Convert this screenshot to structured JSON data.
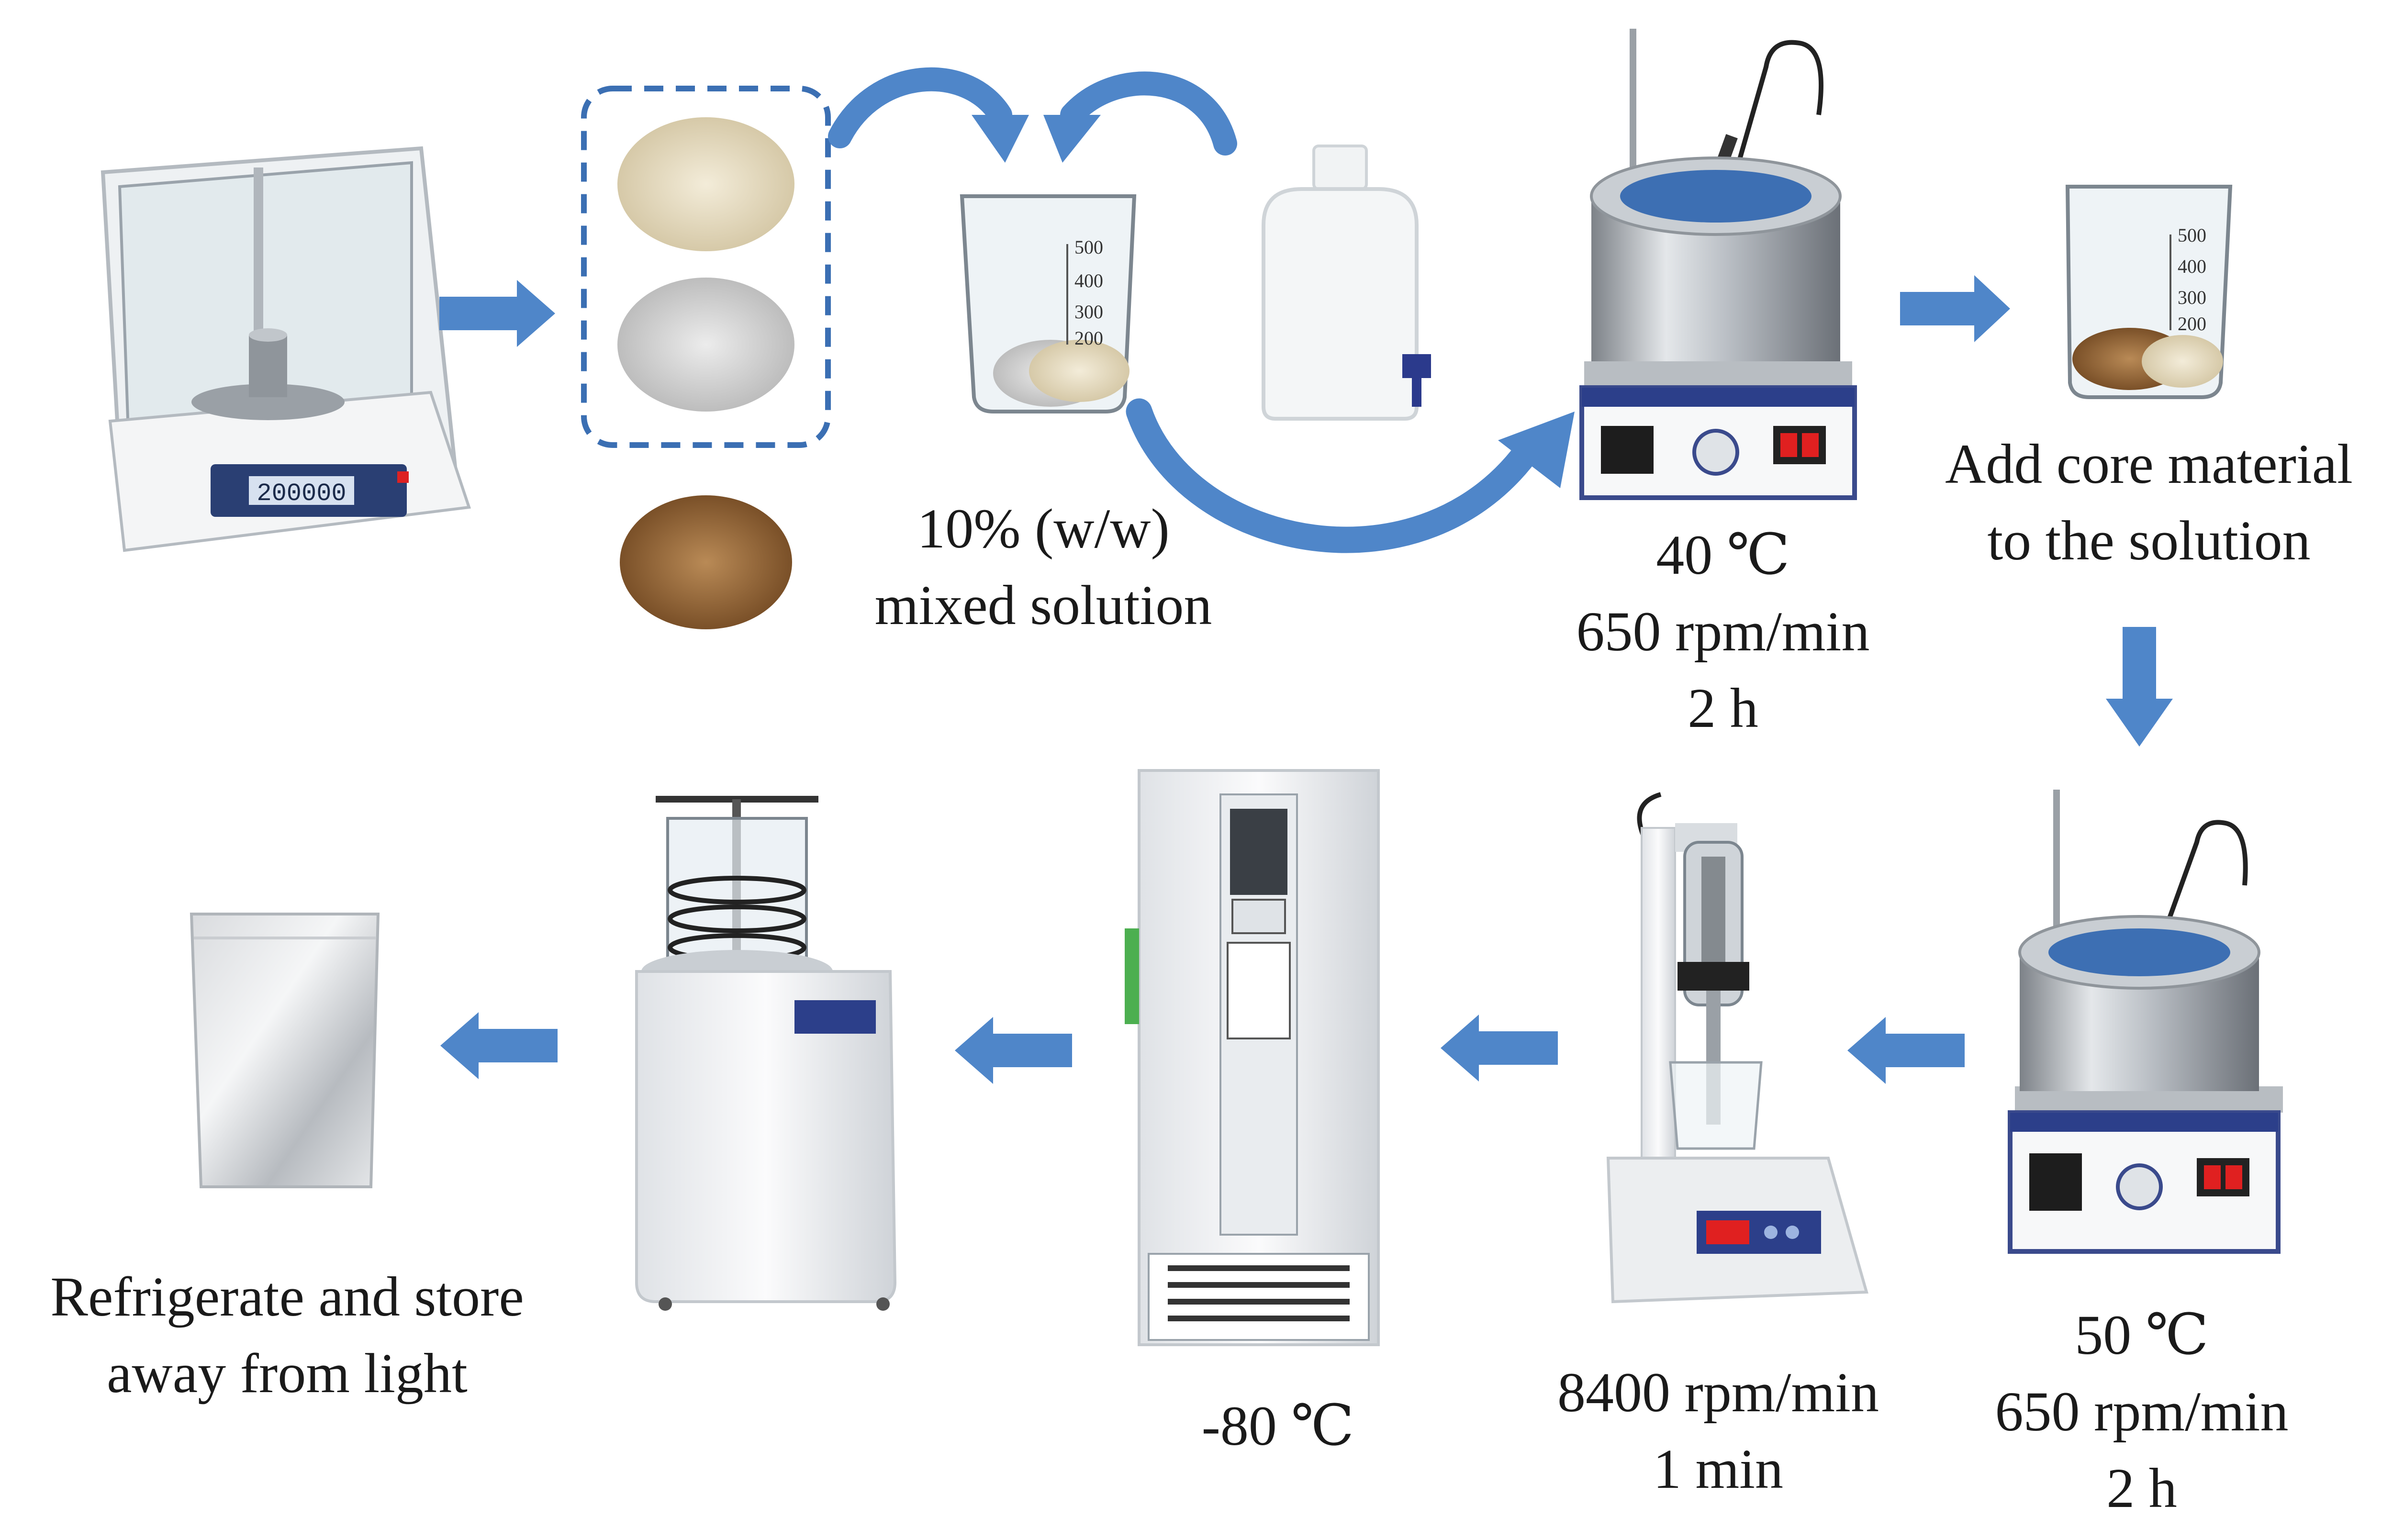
{
  "colors": {
    "arrow": "#4f86c9",
    "arrow_dark": "#3b6fb3",
    "text": "#1a1a1a"
  },
  "labels": {
    "mixed": [
      "10% (w/w)",
      "mixed solution"
    ],
    "bath1": [
      "40 ℃",
      "650 rpm/min",
      "2 h"
    ],
    "core": [
      "Add core material",
      "to the solution"
    ],
    "bath2": [
      "50 ℃",
      "650 rpm/min",
      "2 h"
    ],
    "homogenizer": [
      "8400 rpm/min",
      "1 min"
    ],
    "freezer": [
      "-80 ℃"
    ],
    "store": [
      "Refrigerate and store",
      "away from light"
    ]
  },
  "instruments": {
    "balance_display": "200000",
    "beaker_scale": [
      "500",
      "400",
      "300",
      "200"
    ]
  },
  "icons": {
    "balance": "analytical-balance-icon",
    "powders": "powder-samples-icon",
    "core_powder": "core-material-powder-icon",
    "beaker": "beaker-icon",
    "carboy": "water-carboy-icon",
    "bath": "heated-stirring-bath-icon",
    "homogenizer": "homogenizer-icon",
    "freezer": "ultra-low-freezer-icon",
    "freeze_dryer": "freeze-dryer-icon",
    "pouch": "foil-pouch-icon"
  }
}
